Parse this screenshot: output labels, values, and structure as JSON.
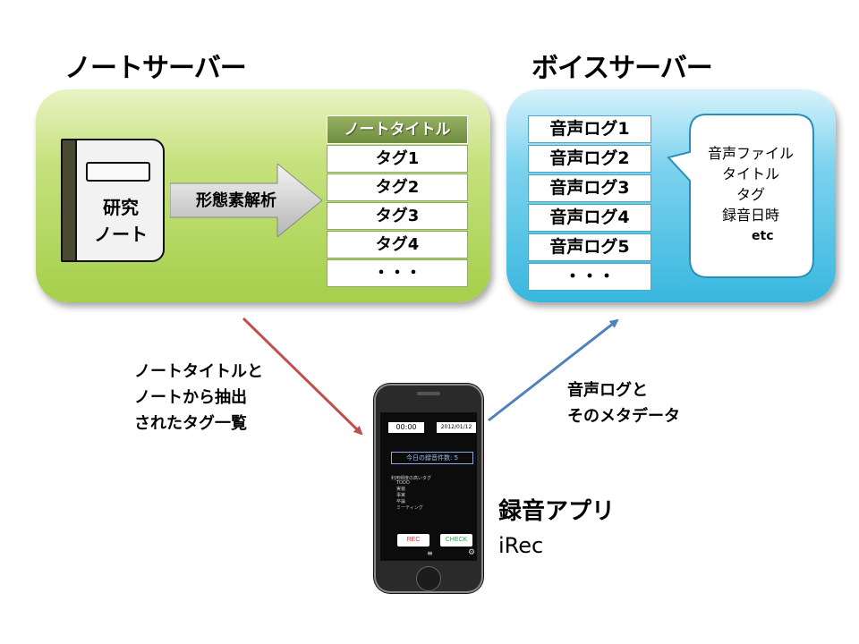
{
  "note_server": {
    "title": "ノートサーバー",
    "notebook_line1": "研究",
    "notebook_line2": "ノート",
    "process_label": "形態素解析",
    "table_header": "ノートタイトル",
    "tags": [
      "タグ1",
      "タグ2",
      "タグ3",
      "タグ4",
      "・・・"
    ]
  },
  "voice_server": {
    "title": "ボイスサーバー",
    "logs": [
      "音声ログ1",
      "音声ログ2",
      "音声ログ3",
      "音声ログ4",
      "音声ログ5",
      "・・・"
    ],
    "metadata": [
      "音声ファイル",
      "タイトル",
      "タグ",
      "録音日時"
    ],
    "metadata_etc": "etc"
  },
  "flows": {
    "down_label": [
      "ノートタイトルと",
      "ノートから抽出",
      "されたタグ一覧"
    ],
    "up_label": [
      "音声ログと",
      "そのメタデータ"
    ]
  },
  "app": {
    "name": "録音アプリ",
    "id": "iRec",
    "screen": {
      "time": "00:00",
      "date": "2012/01/12",
      "count": "今日の録音件数: 5",
      "tags_title": "利用頻度の高いタグ",
      "tags": [
        "TODO",
        "実装",
        "事実",
        "卒論",
        "ミーティング"
      ],
      "rec_label": "REC",
      "check_label": "CHECK",
      "menu_glyph": "≡",
      "gear_glyph": "⚙"
    }
  },
  "colors": {
    "note_green": "#a6cf4a",
    "voice_blue": "#38b7df",
    "down_arrow": "#c0504d",
    "up_arrow": "#4f81bd"
  }
}
